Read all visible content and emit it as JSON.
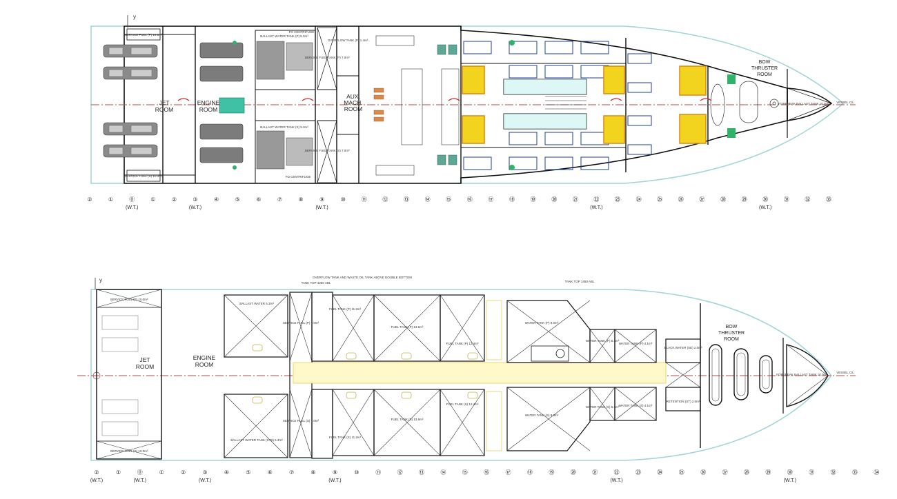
{
  "top_deck": {
    "axis_label": "y",
    "rooms": {
      "jet_room": [
        "JET",
        "ROOM"
      ],
      "engine_room": [
        "ENGINE",
        "ROOM"
      ],
      "aux_mach_room": [
        "AUX.",
        "MACH.",
        "ROOM"
      ],
      "bow_thruster_room": [
        "BOW",
        "THRUSTER",
        "ROOM"
      ]
    },
    "small_labels": {
      "service_fuel_p": "SERVICE FUEL (P) 10.0m³",
      "service_fuel_s": "SERVICE FUEL (S) 10.0m³",
      "ballast_water_p": "BALLAST WATER TANK (P) 5.3m³",
      "ballast_water_s": "BALLAST WATER TANK (S) 5.3m³",
      "fo_centrifuge_top": "FO CENTRIFUGE",
      "fo_centrifuge_bottom": "FO CENTRIFUGE",
      "service_fuel_tank_p": "SERVICE FUEL TANK (P) 7.0m³",
      "service_fuel_tank_s": "SERVICE FUEL TANK (S) 7.0m³",
      "overflow_tank": "OVERFLOW TANK (P) 1.4m³",
      "forepeak": "FOREPEAK BALLAST TANK 10.0m³",
      "vessel_cl": "VESSEL C/L"
    }
  },
  "bottom_deck": {
    "axis_label": "y",
    "rooms": {
      "jet_room": [
        "JET",
        "ROOM"
      ],
      "engine_room": [
        "ENGINE",
        "ROOM"
      ],
      "bow_thruster_room": [
        "BOW",
        "THRUSTER",
        "ROOM"
      ]
    },
    "annotations": {
      "tank_top_aft": "TANK TOP 4250 ABL",
      "overflow_note": "OVERFLOW TANK AND WASTE OIL TANK ABOVE DOUBLE BOTTOM",
      "tank_top_fwd": "TANK TOP 1450 ABL",
      "vessel_cl": "VESSEL C/L"
    },
    "tank_labels": {
      "service_fuel_p": "SERVICE FUEL (P) 10.0m³",
      "service_fuel_s": "SERVICE FUEL (S) 10.0m³",
      "ballast_p": "BALLAST WATER 5.3m³",
      "ballast_s": "BALLAST WATER TANK (STB) 5.3m³",
      "serv_fuel_p": "SERVICE FUEL (P) 7.0m³",
      "serv_fuel_s": "SERVICE FUEL (S) 7.0m³",
      "fuel_1": "FUEL TANK (P) 11.2m³",
      "fuel_2": "FUEL TANK (P) 13.6m³",
      "fuel_3": "FUEL TANK (P) 12.4m³",
      "fuel_4": "FUEL TANK (S) 11.2m³",
      "fuel_5": "FUEL TANK (S) 13.6m³",
      "fuel_6": "FUEL TANK (S) 12.4m³",
      "water_1": "WATER TANK (P) 8.0m³",
      "water_2": "WATER TANK (P) 5.3m³",
      "water_3": "WATER TANK (P) 4.1m³",
      "water_4": "WATER TANK (S) 8.0m³",
      "water_5": "WATER TANK (S) 5.3m³",
      "water_6": "WATER TANK (S) 4.1m³",
      "black_water": "BLACK WATER (SE) 2.0m³",
      "retention": "RETENTION (ST) 2.0m³",
      "forepeak": "FOREPEAK BALLAST TANK 10.0m³"
    }
  },
  "frame_numbers": [
    "②",
    "①",
    "⓪",
    "①",
    "②",
    "③",
    "④",
    "⑤",
    "⑥",
    "⑦",
    "⑧",
    "⑨",
    "⑩",
    "⑪",
    "⑫",
    "⑬",
    "⑭",
    "⑮",
    "⑯",
    "⑰",
    "⑱",
    "⑲",
    "⑳",
    "㉑",
    "㉒",
    "㉓",
    "㉔",
    "㉕",
    "㉖",
    "㉗",
    "㉘",
    "㉙",
    "㉚",
    "㉛",
    "㉜",
    "㉝",
    "㉞"
  ],
  "watertight_label": "(W.T.)",
  "colors": {
    "structure": "#111111",
    "hull_outline": "#9fd4d8",
    "centerline": "#b24a4a",
    "machinery": "#666666",
    "bunk_blue": "#1d3f9e",
    "cabin_orange": "#d98a14",
    "cabin_yellow": "#f2d31e",
    "green_marker": "#2fb36a"
  }
}
